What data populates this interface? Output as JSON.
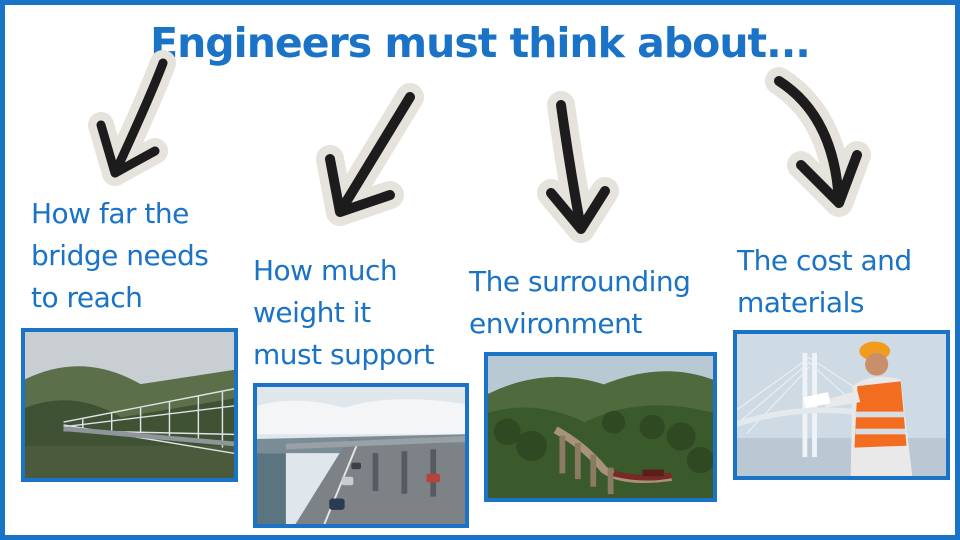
{
  "slide": {
    "title": "Engineers must think about...",
    "accent_color": "#1a73c6",
    "items": [
      {
        "caption": "How far the\nbridge needs\nto reach",
        "image": "suspension-footbridge-photo"
      },
      {
        "caption": "How much\nweight it\nmust support",
        "image": "highway-bridge-traffic-photo"
      },
      {
        "caption": "The surrounding\nenvironment",
        "image": "train-viaduct-forest-photo"
      },
      {
        "caption": "The cost and\nmaterials",
        "image": "engineer-cable-bridge-photo"
      }
    ],
    "arrow_icon": "hand-drawn-arrow-down-icon"
  }
}
